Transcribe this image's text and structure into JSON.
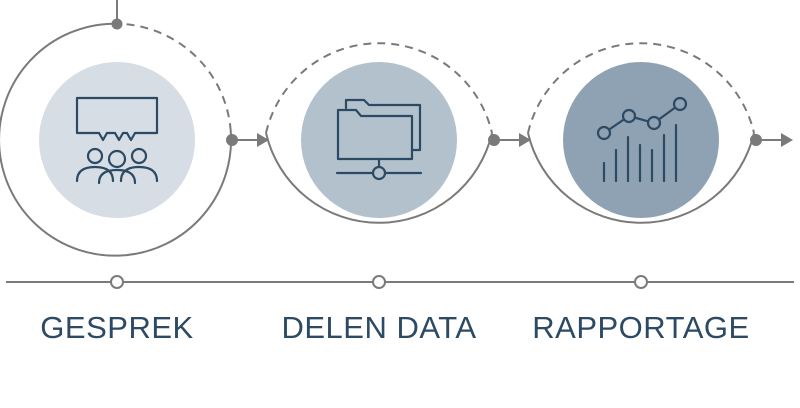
{
  "diagram": {
    "steps": [
      {
        "id": "gesprek",
        "label": "GESPREK",
        "icon": "conversation-group-icon",
        "fill_color": "#d6dde4"
      },
      {
        "id": "delen-data",
        "label": "DELEN DATA",
        "icon": "shared-folder-network-icon",
        "fill_color": "#b3c1cd"
      },
      {
        "id": "rapportage",
        "label": "RAPPORTAGE",
        "icon": "line-bar-chart-icon",
        "fill_color": "#8ea2b3"
      }
    ],
    "colors": {
      "line": "#7a7a7a",
      "icon_stroke": "#2c4a63",
      "label_text": "#2c4a63"
    }
  }
}
